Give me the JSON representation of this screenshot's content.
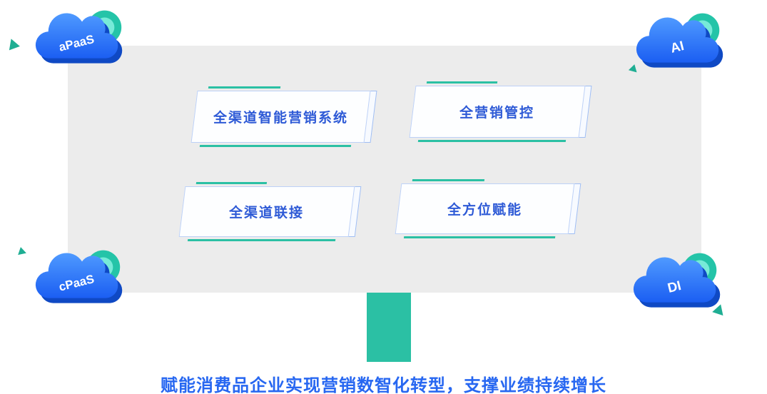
{
  "caption": "赋能消费品企业实现营销数智化转型，支撑业绩持续增长",
  "cards": [
    {
      "label": "全渠道智能营销系统"
    },
    {
      "label": "全营销管控"
    },
    {
      "label": "全渠道联接"
    },
    {
      "label": "全方位赋能"
    }
  ],
  "clouds": [
    {
      "label": "aPaaS",
      "position": "top-left"
    },
    {
      "label": "AI",
      "position": "top-right"
    },
    {
      "label": "cPaaS",
      "position": "bottom-left"
    },
    {
      "label": "DI",
      "position": "bottom-right"
    }
  ],
  "colors": {
    "accent_teal": "#2bc0a4",
    "caption_blue": "#2767f1",
    "card_text_blue": "#2e5ad6",
    "cloud_blue": "#2f79f7",
    "panel_gray": "#ececec"
  }
}
